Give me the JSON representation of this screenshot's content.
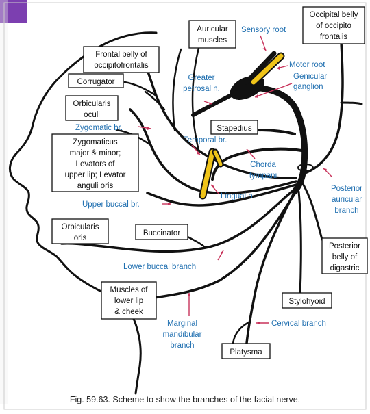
{
  "caption": "Fig. 59.63. Scheme to show the branches of the facial nerve.",
  "colors": {
    "nerve": "#111111",
    "blue_label": "#1f6fb0",
    "arrow": "#c8325a",
    "yellow_nerve": "#f0c419"
  },
  "boxes": {
    "auricular_muscles": [
      "Auricular",
      "muscles"
    ],
    "occipital_belly": [
      "Occipital belly",
      "of occipito",
      "frontalis"
    ],
    "frontal_belly": [
      "Frontal belly of",
      "occipitofrontalis"
    ],
    "corrugator": [
      "Corrugator"
    ],
    "orbicularis_oculi": [
      "Orbicularis",
      "oculi"
    ],
    "stapedius": [
      "Stapedius"
    ],
    "zygomaticus": [
      "Zygomaticus",
      "major & minor;",
      "Levators of",
      "upper lip; Levator",
      "anguli oris"
    ],
    "orbicularis_oris": [
      "Orbicularis",
      "oris"
    ],
    "buccinator": [
      "Buccinator"
    ],
    "posterior_belly": [
      "Posterior",
      "belly of",
      "digastric"
    ],
    "muscles_lower_lip": [
      "Muscles of",
      "lower lip",
      "& cheek"
    ],
    "stylohyoid": [
      "Stylohyoid"
    ],
    "platysma": [
      "Platysma"
    ]
  },
  "labels": {
    "sensory_root": [
      "Sensory root"
    ],
    "motor_root": [
      "Motor root"
    ],
    "geniculate_ganglion": [
      "Genicular",
      "ganglion"
    ],
    "greater_petrosal": [
      "Greater",
      "petrosal n."
    ],
    "zygomatic_br": [
      "Zygomatic br."
    ],
    "temporal_br": [
      "Temporal br."
    ],
    "chorda_tympani": [
      "Chorda",
      "tympani"
    ],
    "lingual_n": [
      "Lingual n."
    ],
    "upper_buccal": [
      "Upper buccal br."
    ],
    "posterior_auricular": [
      "Posterior",
      "auricular",
      "branch"
    ],
    "lower_buccal": [
      "Lower buccal branch"
    ],
    "marginal_mandibular": [
      "Marginal",
      "mandibular",
      "branch"
    ],
    "cervical_branch": [
      "Cervical branch"
    ]
  }
}
